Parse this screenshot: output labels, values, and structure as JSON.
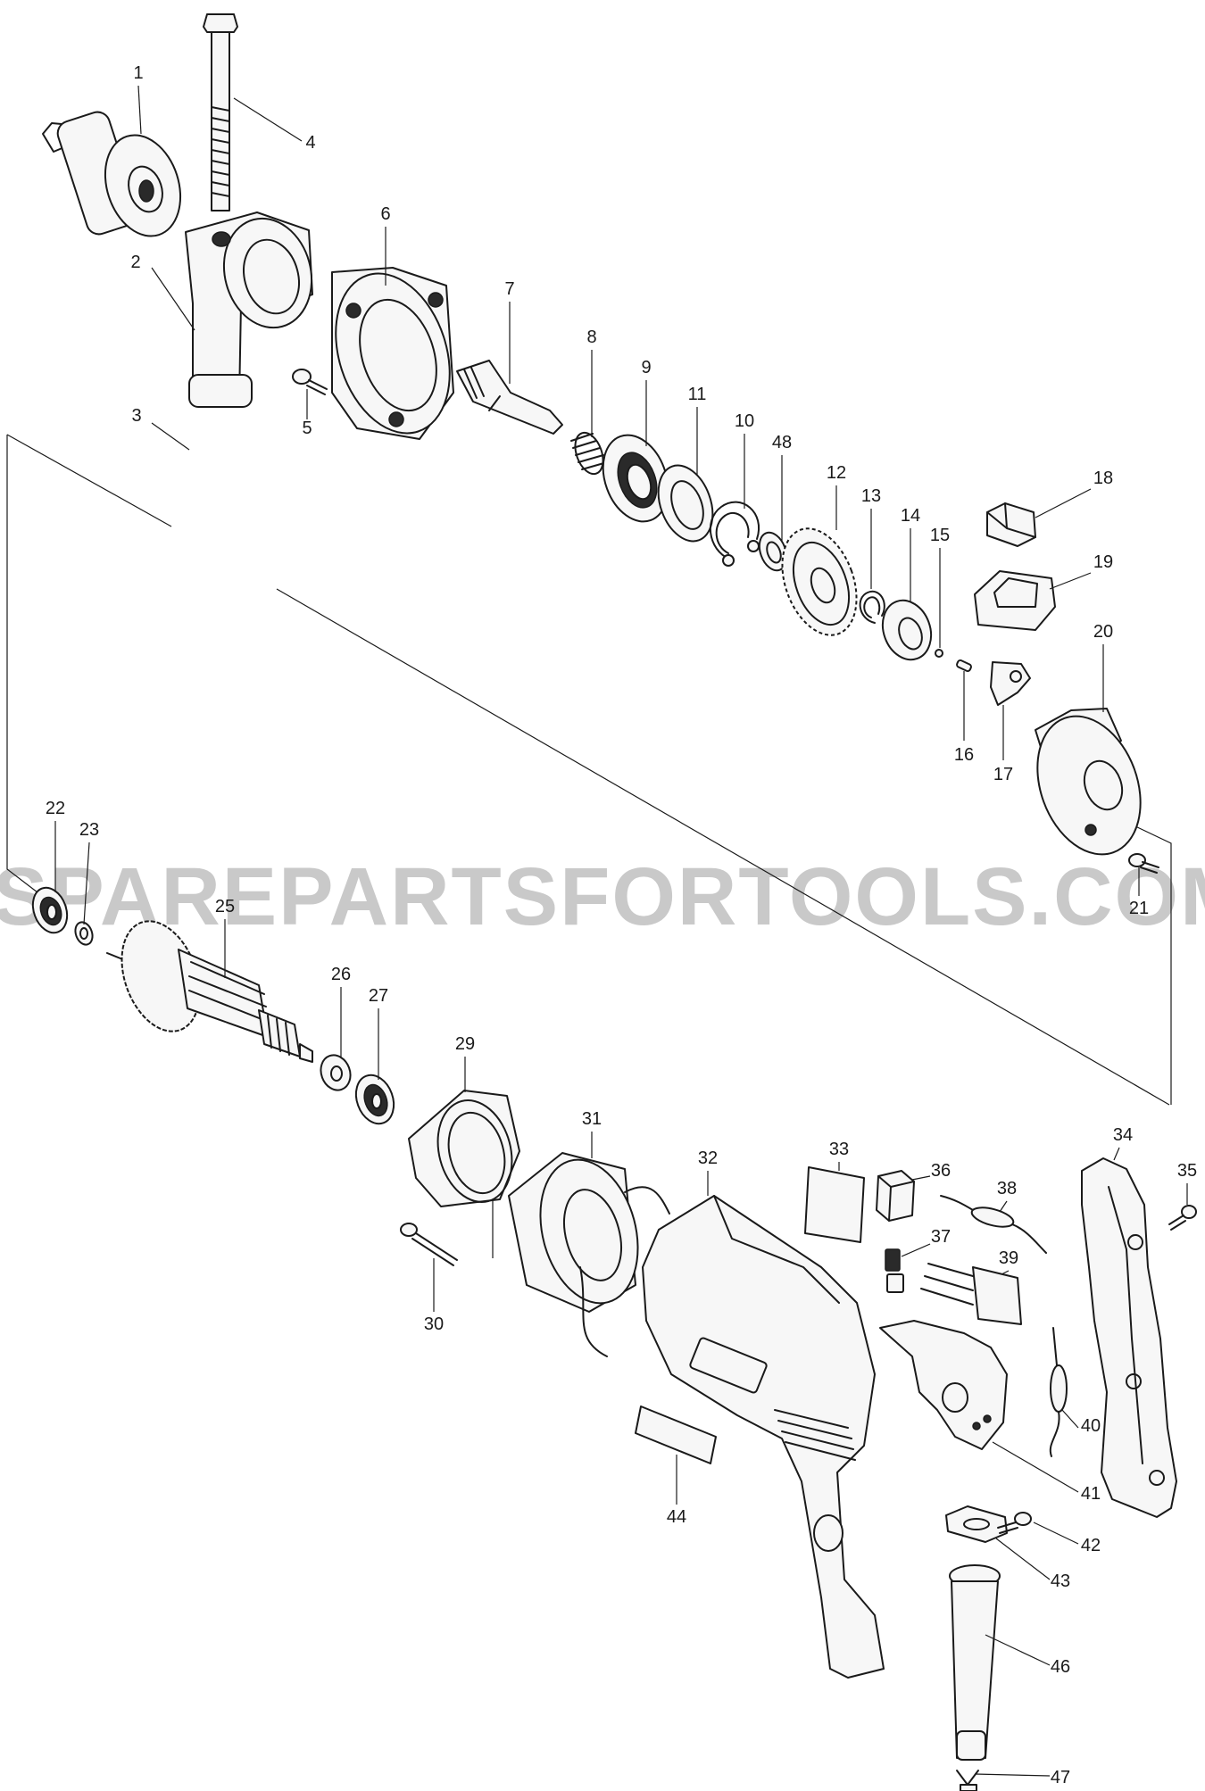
{
  "watermark": "SPAREPARTSFORTOOLS.COM.AU",
  "colors": {
    "ink": "#1a1a1a",
    "background": "#ffffff",
    "watermark": "#c9c9c9"
  },
  "parts": [
    {
      "id": "1",
      "label": "1",
      "name": "keyed drill chuck"
    },
    {
      "id": "2",
      "label": "2",
      "name": "grip base"
    },
    {
      "id": "3",
      "label": "3",
      "name": "side grip"
    },
    {
      "id": "4",
      "label": "4",
      "name": "long bolt"
    },
    {
      "id": "5",
      "label": "5",
      "name": "screw"
    },
    {
      "id": "6",
      "label": "6",
      "name": "gear housing cover"
    },
    {
      "id": "7",
      "label": "7",
      "name": "spindle"
    },
    {
      "id": "8",
      "label": "8",
      "name": "compression spring"
    },
    {
      "id": "9",
      "label": "9",
      "name": "ball bearing"
    },
    {
      "id": "10",
      "label": "10",
      "name": "retaining ring"
    },
    {
      "id": "11",
      "label": "11",
      "name": "flat washer"
    },
    {
      "id": "12",
      "label": "12",
      "name": "spur gear"
    },
    {
      "id": "13",
      "label": "13",
      "name": "retaining ring"
    },
    {
      "id": "14",
      "label": "14",
      "name": "ratchet"
    },
    {
      "id": "15",
      "label": "15",
      "name": "steel ball"
    },
    {
      "id": "16",
      "label": "16",
      "name": "pin"
    },
    {
      "id": "17",
      "label": "17",
      "name": "change plate"
    },
    {
      "id": "18",
      "label": "18",
      "name": "change lever"
    },
    {
      "id": "19",
      "label": "19",
      "name": "lever cover"
    },
    {
      "id": "20",
      "label": "20",
      "name": "gear housing"
    },
    {
      "id": "21",
      "label": "21",
      "name": "screw"
    },
    {
      "id": "22",
      "label": "22",
      "name": "ball bearing"
    },
    {
      "id": "23",
      "label": "23",
      "name": "insulation washer"
    },
    {
      "id": "25",
      "label": "25",
      "name": "armature"
    },
    {
      "id": "26",
      "label": "26",
      "name": "flat washer"
    },
    {
      "id": "27",
      "label": "27",
      "name": "ball bearing"
    },
    {
      "id": "29",
      "label": "29",
      "name": "baffle plate"
    },
    {
      "id": "30",
      "label": "30",
      "name": "screw"
    },
    {
      "id": "31",
      "label": "31",
      "name": "field"
    },
    {
      "id": "32",
      "label": "32",
      "name": "motor housing"
    },
    {
      "id": "33",
      "label": "33",
      "name": "label"
    },
    {
      "id": "34",
      "label": "34",
      "name": "handle cover"
    },
    {
      "id": "35",
      "label": "35",
      "name": "screw"
    },
    {
      "id": "36",
      "label": "36",
      "name": "brush holder"
    },
    {
      "id": "37",
      "label": "37",
      "name": "carbon brush"
    },
    {
      "id": "38",
      "label": "38",
      "name": "noise suppressor"
    },
    {
      "id": "39",
      "label": "39",
      "name": "capacitor"
    },
    {
      "id": "40",
      "label": "40",
      "name": "noise suppressor"
    },
    {
      "id": "41",
      "label": "41",
      "name": "switch"
    },
    {
      "id": "42",
      "label": "42",
      "name": "screw"
    },
    {
      "id": "43",
      "label": "43",
      "name": "strain relief"
    },
    {
      "id": "44",
      "label": "44",
      "name": "name plate"
    },
    {
      "id": "46",
      "label": "46",
      "name": "cord guard"
    },
    {
      "id": "47",
      "label": "47",
      "name": "cord"
    },
    {
      "id": "48",
      "label": "48",
      "name": "spacer"
    }
  ]
}
